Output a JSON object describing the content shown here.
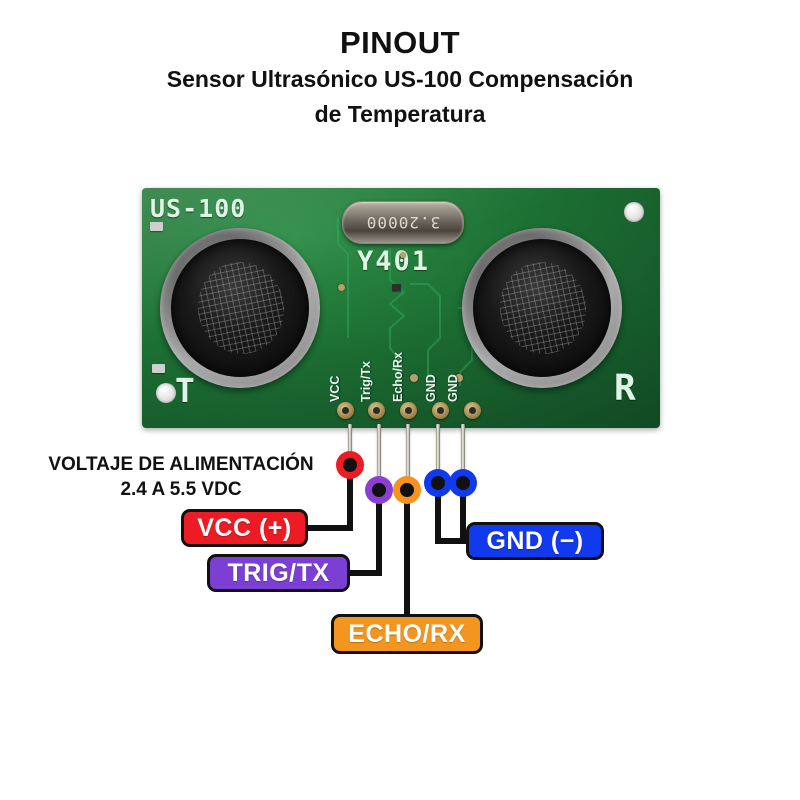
{
  "header": {
    "title": "PINOUT",
    "subtitle_line1": "Sensor Ultrasónico US-100 Compensación",
    "subtitle_line2": "de Temperatura"
  },
  "board": {
    "silkscreen_model": "US-100",
    "silkscreen_revision": "Y401",
    "crystal_marking": "3.20000",
    "transmitter_marker": "T",
    "receiver_marker": "R",
    "pin_silkscreen": [
      "VCC",
      "Trig/Tx",
      "Echo/Rx",
      "GND",
      "GND"
    ],
    "pcb_color": "#1d7134"
  },
  "supply_note": {
    "line1": "VOLTAJE DE ALIMENTACIÓN",
    "line2": "2.4 A 5.5 VDC"
  },
  "pins": [
    {
      "id": "vcc",
      "badge_label": "VCC (+)",
      "dot_color": "#ED1C24",
      "badge_bg": "#ED1C24",
      "silk": "VCC"
    },
    {
      "id": "trig",
      "badge_label": "TRIG/TX",
      "dot_color": "#8A3FD1",
      "badge_bg": "#7B3FD4",
      "silk": "Trig/Tx"
    },
    {
      "id": "echo",
      "badge_label": "ECHO/RX",
      "dot_color": "#F6921E",
      "badge_bg": "#F3961F",
      "silk": "Echo/Rx"
    },
    {
      "id": "gnd1",
      "badge_label": "GND (−)",
      "dot_color": "#1139EE",
      "badge_bg": "#1139EE",
      "silk": "GND"
    },
    {
      "id": "gnd2",
      "badge_label": "GND (−)",
      "dot_color": "#1139EE",
      "badge_bg": "#1139EE",
      "silk": "GND"
    }
  ],
  "badges": {
    "vcc": "VCC (+)",
    "trig": "TRIG/TX",
    "echo": "ECHO/RX",
    "gnd": "GND (−)"
  },
  "colors": {
    "background": "#FFFFFF",
    "text": "#111111",
    "red": "#ED1C24",
    "purple": "#7B3FD4",
    "orange": "#F3961F",
    "blue": "#1139EE",
    "outline": "#111111"
  }
}
